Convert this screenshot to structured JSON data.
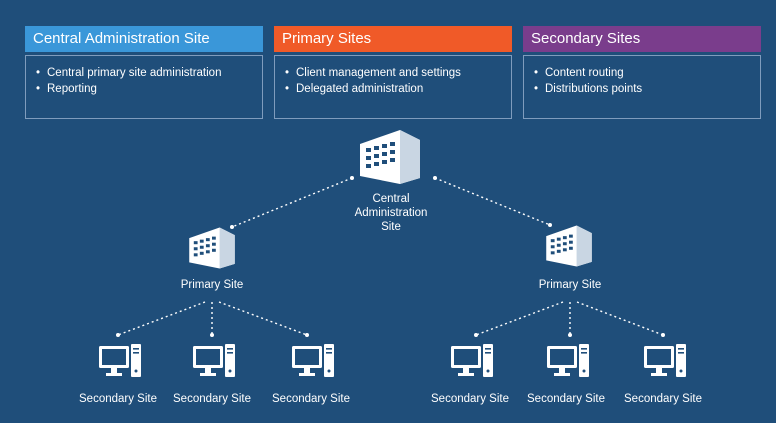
{
  "legend": [
    {
      "title": "Central Administration Site",
      "color": "#3a97d9",
      "items": [
        "Central primary site administration",
        "Reporting"
      ]
    },
    {
      "title": "Primary Sites",
      "color": "#f05a28",
      "items": [
        "Client management and settings",
        "Delegated administration"
      ]
    },
    {
      "title": "Secondary Sites",
      "color": "#7a3d8c",
      "items": [
        "Content routing",
        "Distributions points"
      ]
    }
  ],
  "central": {
    "label_lines": [
      "Central",
      "Administration",
      "Site"
    ],
    "icon": "building-icon"
  },
  "primary": [
    {
      "label": "Primary Site",
      "icon": "building-icon"
    },
    {
      "label": "Primary Site",
      "icon": "building-icon"
    }
  ],
  "secondary": [
    {
      "label": "Secondary Site",
      "icon": "computer-icon"
    },
    {
      "label": "Secondary Site",
      "icon": "computer-icon"
    },
    {
      "label": "Secondary Site",
      "icon": "computer-icon"
    },
    {
      "label": "Secondary Site",
      "icon": "computer-icon"
    },
    {
      "label": "Secondary Site",
      "icon": "computer-icon"
    },
    {
      "label": "Secondary Site",
      "icon": "computer-icon"
    }
  ],
  "colors": {
    "background": "#1f4e7a",
    "line": "#ffffff",
    "box_border": "#7f9cbd"
  }
}
